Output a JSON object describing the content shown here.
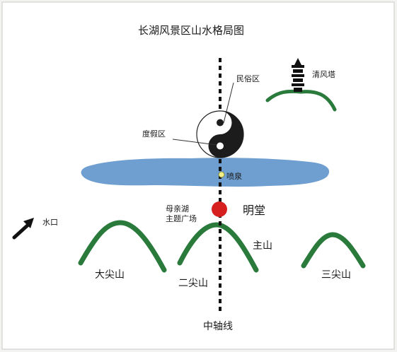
{
  "title": "长湖风景区山水格局图",
  "labels": {
    "folk_area": "民俗区",
    "pagoda": "清风塔",
    "resort_area": "度假区",
    "fountain": "喷泉",
    "mother_lake_plaza_line1": "母亲湖",
    "mother_lake_plaza_line2": "主题广场",
    "ming_tang": "明堂",
    "water_outlet": "水口",
    "main_mountain": "主山",
    "peak_1": "大尖山",
    "peak_2": "二尖山",
    "peak_3": "三尖山",
    "central_axis": "中轴线"
  },
  "colors": {
    "lake": "#6f9fd0",
    "mountain": "#2a7a3c",
    "plaza_dot": "#d62020",
    "fountain_dot": "#f3f08a",
    "axis": "#111111"
  },
  "icons": {
    "taiji": "yin-yang-icon",
    "pagoda": "pagoda-icon",
    "water_outlet_arrow": "arrow-up-right-icon"
  }
}
